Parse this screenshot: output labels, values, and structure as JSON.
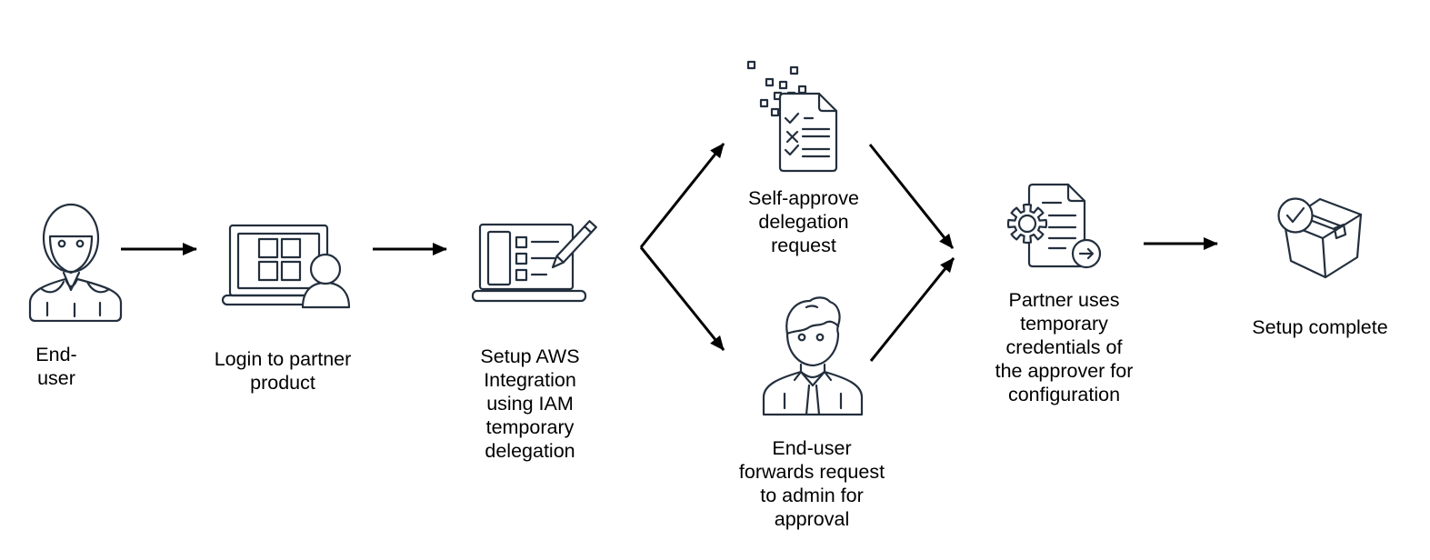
{
  "diagram": {
    "colors": {
      "background": "#ffffff",
      "icon_stroke": "#232f3e",
      "arrow": "#000000",
      "text": "#000000"
    },
    "nodes": [
      {
        "id": "end-user",
        "icon": "user-icon",
        "label": "End-\nuser"
      },
      {
        "id": "login-partner",
        "icon": "laptop-user-icon",
        "label": "Login to partner\nproduct"
      },
      {
        "id": "setup-aws-integration",
        "icon": "laptop-checklist-pencil-icon",
        "label": "Setup AWS\nIntegration\nusing IAM\ntemporary\ndelegation"
      },
      {
        "id": "self-approve",
        "icon": "approval-checklist-document-icon",
        "label": "Self-approve\ndelegation\nrequest"
      },
      {
        "id": "forward-to-admin",
        "icon": "admin-user-icon",
        "label": "End-user\nforwards request\nto admin for\napproval"
      },
      {
        "id": "partner-credentials",
        "icon": "document-gear-arrow-icon",
        "label": "Partner uses\ntemporary\ncredentials of\nthe approver for\nconfiguration"
      },
      {
        "id": "setup-complete",
        "icon": "package-check-icon",
        "label": "Setup complete"
      }
    ],
    "connections": [
      {
        "from": "end-user",
        "to": "login-partner"
      },
      {
        "from": "login-partner",
        "to": "setup-aws-integration"
      },
      {
        "from": "setup-aws-integration",
        "to": "self-approve"
      },
      {
        "from": "setup-aws-integration",
        "to": "forward-to-admin"
      },
      {
        "from": "self-approve",
        "to": "partner-credentials"
      },
      {
        "from": "forward-to-admin",
        "to": "partner-credentials"
      },
      {
        "from": "partner-credentials",
        "to": "setup-complete"
      }
    ]
  }
}
